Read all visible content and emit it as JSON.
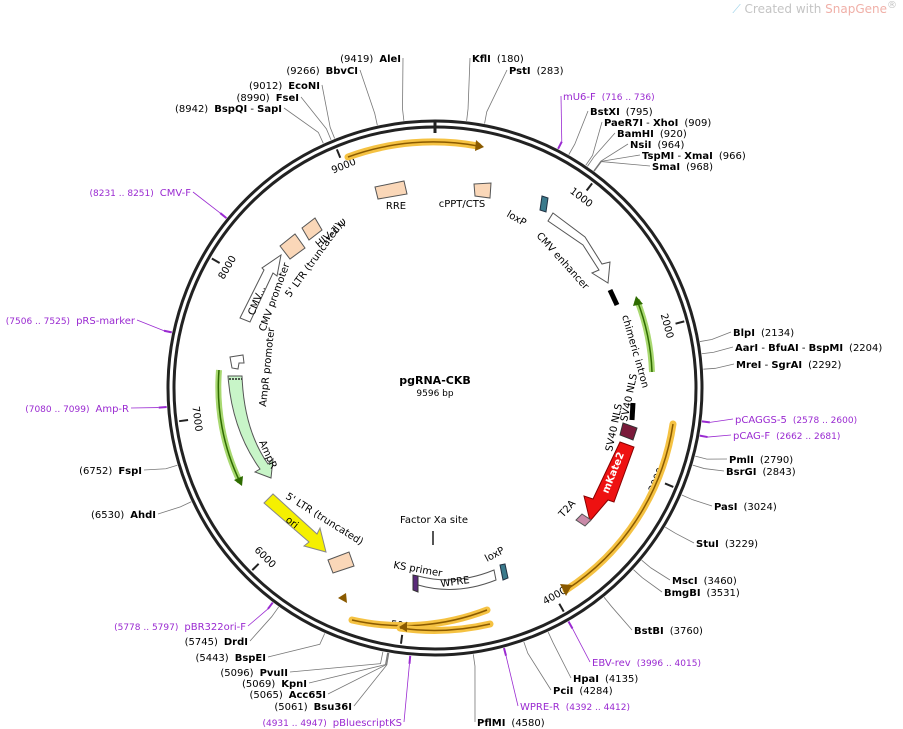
{
  "watermark": {
    "prefix": "Created with ",
    "brand": "SnapGene",
    "mark": "®"
  },
  "plasmid": {
    "name": "pgRNA-CKB",
    "size_label": "9596 bp",
    "length": 9596
  },
  "ticks": [
    {
      "pos": 1000,
      "label": "1000"
    },
    {
      "pos": 2000,
      "label": "2000"
    },
    {
      "pos": 3000,
      "label": "3000"
    },
    {
      "pos": 4000,
      "label": "4000"
    },
    {
      "pos": 5000,
      "label": "5000"
    },
    {
      "pos": 6000,
      "label": "6000"
    },
    {
      "pos": 7000,
      "label": "7000"
    },
    {
      "pos": 8000,
      "label": "8000"
    },
    {
      "pos": 9000,
      "label": "9000"
    }
  ],
  "sites": [
    {
      "name": "AleI",
      "pos": 9419,
      "side": "left",
      "lines": [
        {
          "text": "(9419)",
          "bold": false
        },
        {
          "text": "AleI",
          "bold": true
        }
      ]
    },
    {
      "name": "BbvCI",
      "pos": 9266,
      "side": "left",
      "lines": [
        {
          "text": "(9266)",
          "bold": false
        },
        {
          "text": "BbvCI",
          "bold": true
        }
      ]
    },
    {
      "name": "EcoNI",
      "pos": 9012,
      "side": "left",
      "lines": [
        {
          "text": "(9012)",
          "bold": false
        },
        {
          "text": "EcoNI",
          "bold": true
        }
      ]
    },
    {
      "name": "FseI",
      "pos": 8990,
      "side": "left",
      "lines": [
        {
          "text": "(8990)",
          "bold": false
        },
        {
          "text": "FseI",
          "bold": true
        }
      ]
    },
    {
      "name": "BspQI-SapI",
      "pos": 8942,
      "side": "left",
      "lines": [
        {
          "text": "(8942)",
          "bold": false
        },
        {
          "text": "BspQI",
          "bold": true
        },
        {
          "text": " - ",
          "bold": false
        },
        {
          "text": "SapI",
          "bold": true
        }
      ]
    },
    {
      "name": "KflI",
      "pos": 180,
      "side": "right",
      "lines": [
        {
          "text": "KflI",
          "bold": true
        },
        {
          "text": "(180)",
          "bold": false
        }
      ]
    },
    {
      "name": "PstI",
      "pos": 283,
      "side": "right",
      "lines": [
        {
          "text": "PstI",
          "bold": true
        },
        {
          "text": "(283)",
          "bold": false
        }
      ]
    },
    {
      "name": "BstXI",
      "pos": 795,
      "side": "right",
      "lines": [
        {
          "text": "BstXI",
          "bold": true
        },
        {
          "text": "(795)",
          "bold": false
        }
      ]
    },
    {
      "name": "PaeR7I-XhoI",
      "pos": 909,
      "side": "right",
      "lines": [
        {
          "text": "PaeR7I",
          "bold": true
        },
        {
          "text": " - ",
          "bold": false
        },
        {
          "text": "XhoI",
          "bold": true
        },
        {
          "text": "(909)",
          "bold": false
        }
      ]
    },
    {
      "name": "BamHI",
      "pos": 920,
      "side": "right",
      "lines": [
        {
          "text": "BamHI",
          "bold": true
        },
        {
          "text": "(920)",
          "bold": false
        }
      ]
    },
    {
      "name": "NsiI",
      "pos": 964,
      "side": "right",
      "lines": [
        {
          "text": "NsiI",
          "bold": true
        },
        {
          "text": "(964)",
          "bold": false
        }
      ]
    },
    {
      "name": "TspMI-XmaI",
      "pos": 966,
      "side": "right",
      "lines": [
        {
          "text": "TspMI",
          "bold": true
        },
        {
          "text": " - ",
          "bold": false
        },
        {
          "text": "XmaI",
          "bold": true
        },
        {
          "text": "(966)",
          "bold": false
        }
      ]
    },
    {
      "name": "SmaI",
      "pos": 968,
      "side": "right",
      "lines": [
        {
          "text": "SmaI",
          "bold": true
        },
        {
          "text": "(968)",
          "bold": false
        }
      ]
    },
    {
      "name": "BlpI",
      "pos": 2134,
      "side": "right",
      "lines": [
        {
          "text": "BlpI",
          "bold": true
        },
        {
          "text": "(2134)",
          "bold": false
        }
      ]
    },
    {
      "name": "AarI-BfuAI-BspMI",
      "pos": 2204,
      "side": "right",
      "lines": [
        {
          "text": "AarI",
          "bold": true
        },
        {
          "text": " - ",
          "bold": false
        },
        {
          "text": "BfuAI",
          "bold": true
        },
        {
          "text": " - ",
          "bold": false
        },
        {
          "text": "BspMI",
          "bold": true
        },
        {
          "text": "(2204)",
          "bold": false
        }
      ]
    },
    {
      "name": "MreI-SgrAI",
      "pos": 2292,
      "side": "right",
      "lines": [
        {
          "text": "MreI",
          "bold": true
        },
        {
          "text": " - ",
          "bold": false
        },
        {
          "text": "SgrAI",
          "bold": true
        },
        {
          "text": "(2292)",
          "bold": false
        }
      ]
    },
    {
      "name": "PmlI",
      "pos": 2790,
      "side": "right",
      "lines": [
        {
          "text": "PmlI",
          "bold": true
        },
        {
          "text": "(2790)",
          "bold": false
        }
      ]
    },
    {
      "name": "BsrGI",
      "pos": 2843,
      "side": "right",
      "lines": [
        {
          "text": "BsrGI",
          "bold": true
        },
        {
          "text": "(2843)",
          "bold": false
        }
      ]
    },
    {
      "name": "PasI",
      "pos": 3024,
      "side": "right",
      "lines": [
        {
          "text": "PasI",
          "bold": true
        },
        {
          "text": "(3024)",
          "bold": false
        }
      ]
    },
    {
      "name": "StuI",
      "pos": 3229,
      "side": "right",
      "lines": [
        {
          "text": "StuI",
          "bold": true
        },
        {
          "text": "(3229)",
          "bold": false
        }
      ]
    },
    {
      "name": "MscI",
      "pos": 3460,
      "side": "right",
      "lines": [
        {
          "text": "MscI",
          "bold": true
        },
        {
          "text": "(3460)",
          "bold": false
        }
      ]
    },
    {
      "name": "BmgBI",
      "pos": 3531,
      "side": "right",
      "lines": [
        {
          "text": "BmgBI",
          "bold": true
        },
        {
          "text": "(3531)",
          "bold": false
        }
      ]
    },
    {
      "name": "BstBI",
      "pos": 3760,
      "side": "right",
      "lines": [
        {
          "text": "BstBI",
          "bold": true
        },
        {
          "text": "(3760)",
          "bold": false
        }
      ]
    },
    {
      "name": "HpaI",
      "pos": 4135,
      "side": "right",
      "lines": [
        {
          "text": "HpaI",
          "bold": true
        },
        {
          "text": "(4135)",
          "bold": false
        }
      ]
    },
    {
      "name": "PciI",
      "pos": 4284,
      "side": "right",
      "lines": [
        {
          "text": "PciI",
          "bold": true
        },
        {
          "text": "(4284)",
          "bold": false
        }
      ]
    },
    {
      "name": "PflMI",
      "pos": 4580,
      "side": "right",
      "lines": [
        {
          "text": "PflMI",
          "bold": true
        },
        {
          "text": "(4580)",
          "bold": false
        }
      ]
    },
    {
      "name": "Bsu36I",
      "pos": 5061,
      "side": "left",
      "lines": [
        {
          "text": "(5061)",
          "bold": false
        },
        {
          "text": "Bsu36I",
          "bold": true
        }
      ]
    },
    {
      "name": "Acc65I",
      "pos": 5065,
      "side": "left",
      "lines": [
        {
          "text": "(5065)",
          "bold": false
        },
        {
          "text": "Acc65I",
          "bold": true
        }
      ]
    },
    {
      "name": "KpnI",
      "pos": 5069,
      "side": "left",
      "lines": [
        {
          "text": "(5069)",
          "bold": false
        },
        {
          "text": "KpnI",
          "bold": true
        }
      ]
    },
    {
      "name": "PvuII",
      "pos": 5096,
      "side": "left",
      "lines": [
        {
          "text": "(5096)",
          "bold": false
        },
        {
          "text": "PvuII",
          "bold": true
        }
      ]
    },
    {
      "name": "BspEI",
      "pos": 5443,
      "side": "left",
      "lines": [
        {
          "text": "(5443)",
          "bold": false
        },
        {
          "text": "BspEI",
          "bold": true
        }
      ]
    },
    {
      "name": "DrdI",
      "pos": 5745,
      "side": "left",
      "lines": [
        {
          "text": "(5745)",
          "bold": false
        },
        {
          "text": "DrdI",
          "bold": true
        }
      ]
    },
    {
      "name": "AhdI",
      "pos": 6530,
      "side": "left",
      "lines": [
        {
          "text": "(6530)",
          "bold": false
        },
        {
          "text": "AhdI",
          "bold": true
        }
      ]
    },
    {
      "name": "FspI",
      "pos": 6752,
      "side": "left",
      "lines": [
        {
          "text": "(6752)",
          "bold": false
        },
        {
          "text": "FspI",
          "bold": true
        }
      ]
    }
  ],
  "primers": [
    {
      "name": "mU6-F",
      "label": "mU6-F",
      "range": "(716 .. 736)",
      "pos": 726,
      "side": "right"
    },
    {
      "name": "pCAGGS-5",
      "label": "pCAGGS-5",
      "range": "(2578 .. 2600)",
      "pos": 2589,
      "side": "right"
    },
    {
      "name": "pCAG-F",
      "label": "pCAG-F",
      "range": "(2662 .. 2681)",
      "pos": 2671,
      "side": "right"
    },
    {
      "name": "EBV-rev",
      "label": "EBV-rev",
      "range": "(3996 .. 4015)",
      "pos": 4005,
      "side": "right"
    },
    {
      "name": "WPRE-R",
      "label": "WPRE-R",
      "range": "(4392 .. 4412)",
      "pos": 4402,
      "side": "right"
    },
    {
      "name": "pBluescriptKS",
      "label": "pBluescriptKS",
      "range": "(4931 .. 4947)",
      "pos": 4939,
      "side": "left"
    },
    {
      "name": "pBR322ori-F",
      "label": "pBR322ori-F",
      "range": "(5778 .. 5797)",
      "pos": 5787,
      "side": "left"
    },
    {
      "name": "Amp-R",
      "label": "Amp-R",
      "range": "(7080 .. 7099)",
      "pos": 7089,
      "side": "left"
    },
    {
      "name": "pRS-marker",
      "label": "pRS-marker",
      "range": "(7506 .. 7525)",
      "pos": 7515,
      "side": "left"
    },
    {
      "name": "CMV-F",
      "label": "CMV-F",
      "range": "(8231 .. 8251)",
      "pos": 8241,
      "side": "left"
    }
  ],
  "features": [
    {
      "name": "RRE",
      "label": "RRE"
    },
    {
      "name": "cPPT/CTS",
      "label": "cPPT/CTS"
    },
    {
      "name": "loxP-1",
      "label": "loxP"
    },
    {
      "name": "CMV enhancer",
      "label": "CMV enhancer"
    },
    {
      "name": "chimeric intron",
      "label": "chimeric intron"
    },
    {
      "name": "SV40 NLS-1",
      "label": "SV40 NLS"
    },
    {
      "name": "SV40 NLS-2",
      "label": "SV40 NLS"
    },
    {
      "name": "mKate2",
      "label": "mKate2"
    },
    {
      "name": "T2A",
      "label": "T2A"
    },
    {
      "name": "Factor Xa site",
      "label": "Factor Xa site"
    },
    {
      "name": "loxP-2",
      "label": "loxP"
    },
    {
      "name": "KS primer",
      "label": "KS primer"
    },
    {
      "name": "WPRE",
      "label": "WPRE"
    },
    {
      "name": "5' LTR (truncated)-1",
      "label": "5' LTR (truncated)"
    },
    {
      "name": "ori",
      "label": "ori"
    },
    {
      "name": "AmpR",
      "label": "AmpR"
    },
    {
      "name": "AmpR promoter",
      "label": "AmpR promoter"
    },
    {
      "name": "CMV promoter",
      "label": "CMV promoter"
    },
    {
      "name": "CMV",
      "label": "CMV..."
    },
    {
      "name": "5' LTR (truncated)-2",
      "label": "5' LTR (truncated)"
    },
    {
      "name": "HIV-1 psi",
      "label": "HIV-1 Ψ"
    }
  ],
  "colors": {
    "backbone": "#222222",
    "orf_orange": "#f5c242",
    "orf_green": "#7fbf3f",
    "primer": "#9a2ad1",
    "mKate2": "#ee1111",
    "ori": "#f5f000",
    "ampr": "#c8f5c8",
    "ltr": "#fad7b8"
  }
}
